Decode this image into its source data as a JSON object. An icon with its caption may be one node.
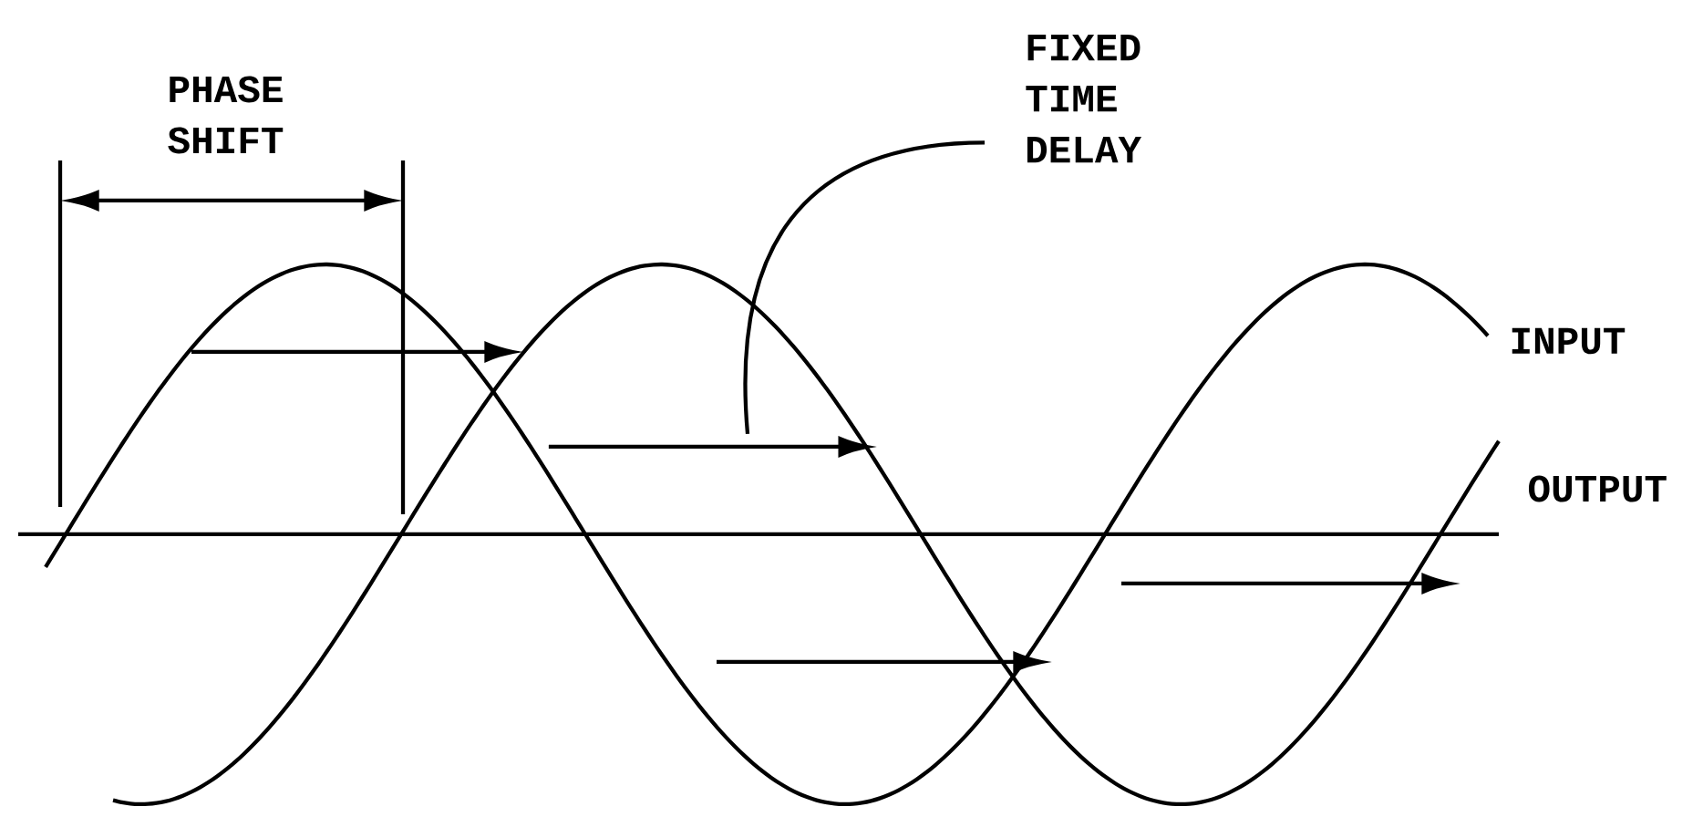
{
  "diagram": {
    "nodes": [
      {
        "text": [
          "FIXED TIME DELAY"
        ]
      },
      {
        "text": [],
        "shape": "arrow"
      }
    ],
    "edges": [
      {
        "from": 0,
        "to": 1,
        "arrow": "none"
      }
    ],
    "labels": [
      "PHASE SHIFT",
      "INPUT",
      "OUTPUT"
    ]
  }
}
